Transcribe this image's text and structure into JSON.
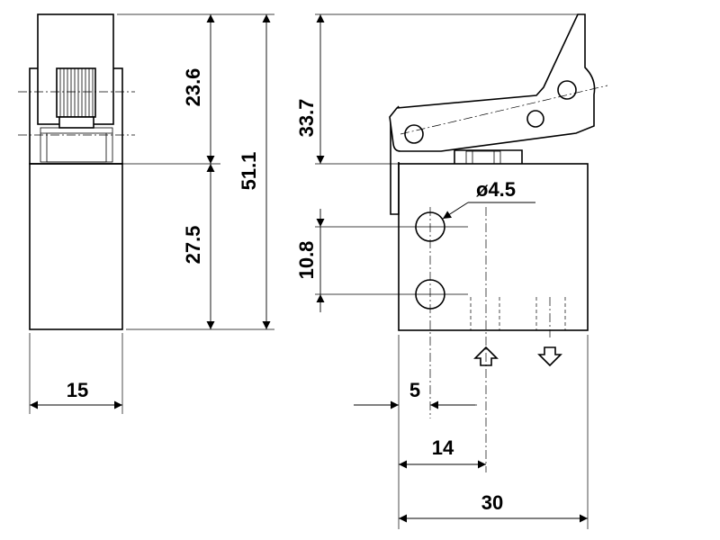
{
  "dimensions": {
    "cap_height": "23.6",
    "body_height_side": "27.5",
    "total_height": "51.1",
    "lever_height": "33.7",
    "port_spacing": "10.8",
    "port_diameter": "ø4.5",
    "side_width": "15",
    "port_offset": "5",
    "flow_offset": "14",
    "body_width": "30"
  }
}
